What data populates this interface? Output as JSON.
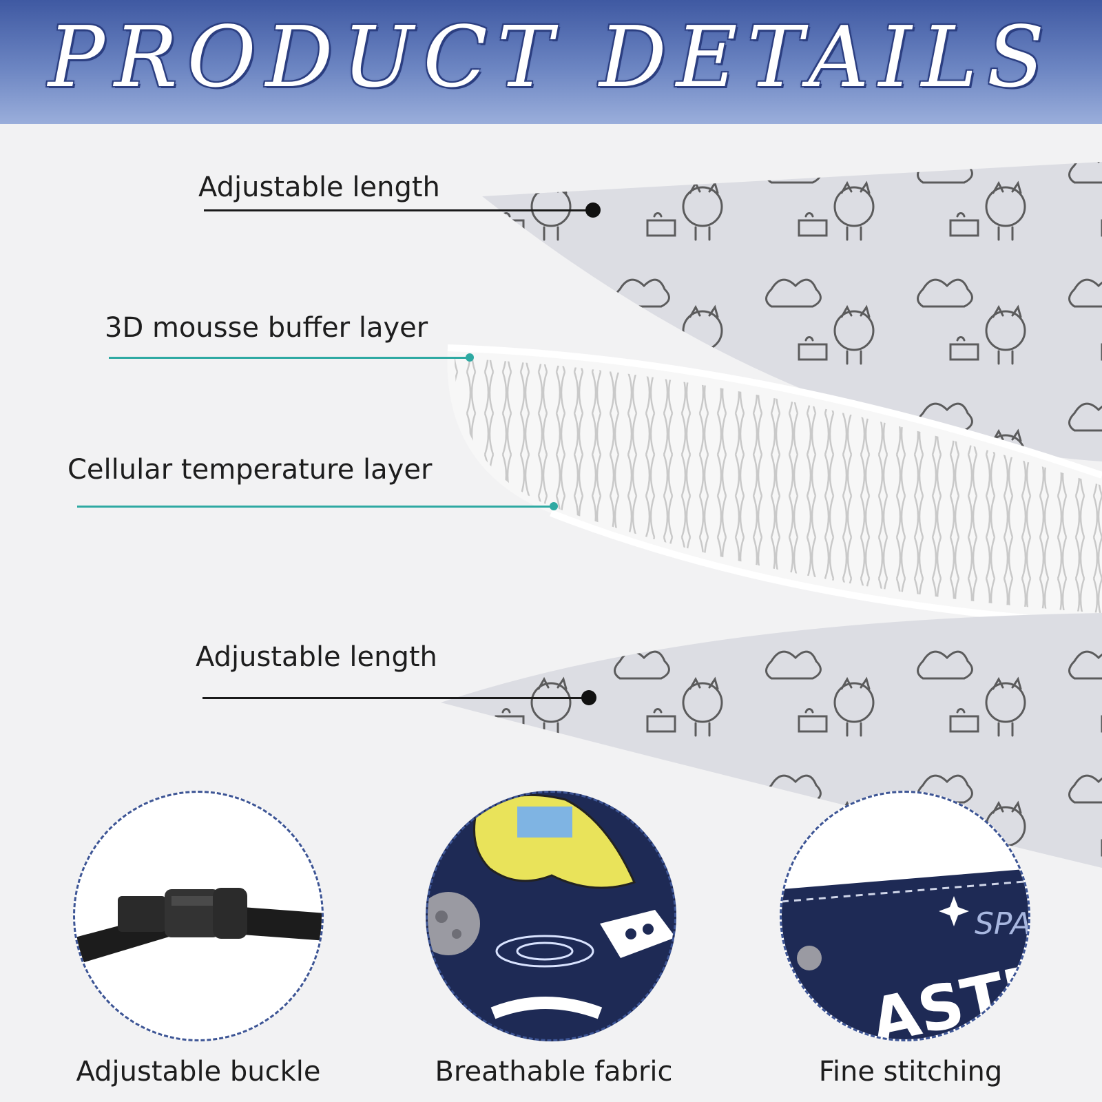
{
  "banner": {
    "title": "PRODUCT DETAILS"
  },
  "callouts": {
    "top_adjustable": "Adjustable length",
    "mousse_layer": "3D mousse buffer layer",
    "cellular_layer": "Cellular temperature layer",
    "bottom_adjustable": "Adjustable length"
  },
  "features": [
    {
      "label": "Adjustable buckle",
      "icon": "buckle-icon"
    },
    {
      "label": "Breathable fabric",
      "icon": "space-fabric-icon"
    },
    {
      "label": "Fine stitching",
      "icon": "stitching-icon"
    }
  ],
  "colors": {
    "banner_top": "#3f59a2",
    "fabric_gray": "#dcdde3",
    "mesh_white": "#f7f7f7",
    "teal_leader": "#2ea9a2",
    "navy_fabric": "#1e2a55",
    "dashed_border": "#3d5595"
  },
  "fabric_print_text": [
    "SPACE",
    "ASTRO"
  ]
}
